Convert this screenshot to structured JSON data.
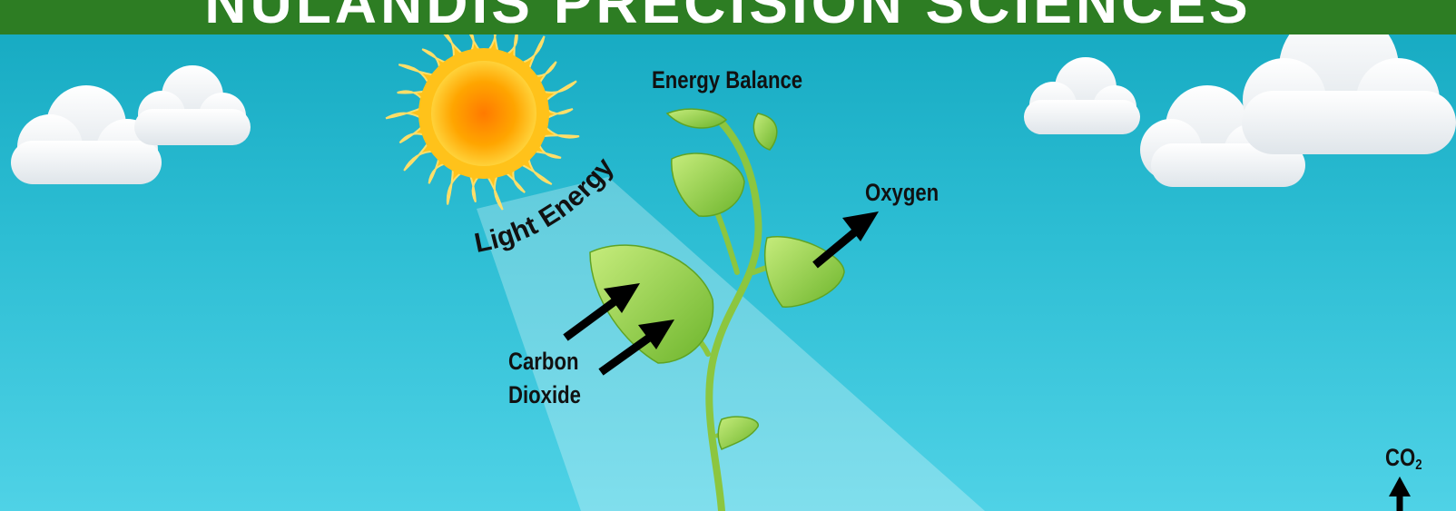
{
  "banner": {
    "title": "NULANDIS PRECISION SCIENCES",
    "color": "#2d7d23"
  },
  "diagram": {
    "labels": {
      "energy_balance": "Energy Balance",
      "light_energy": "Light Energy",
      "oxygen": "Oxygen",
      "carbon": "Carbon",
      "dioxide": "Dioxide",
      "co2_main": "CO",
      "co2_sub": "2"
    },
    "icons": [
      "sun-icon",
      "cloud-icon",
      "plant-icon",
      "arrow-icon"
    ],
    "colors": {
      "sky": "#2cbdd3",
      "leaf": "#8fcf3c",
      "sun": "#ffa500",
      "arrow": "#000000"
    }
  }
}
